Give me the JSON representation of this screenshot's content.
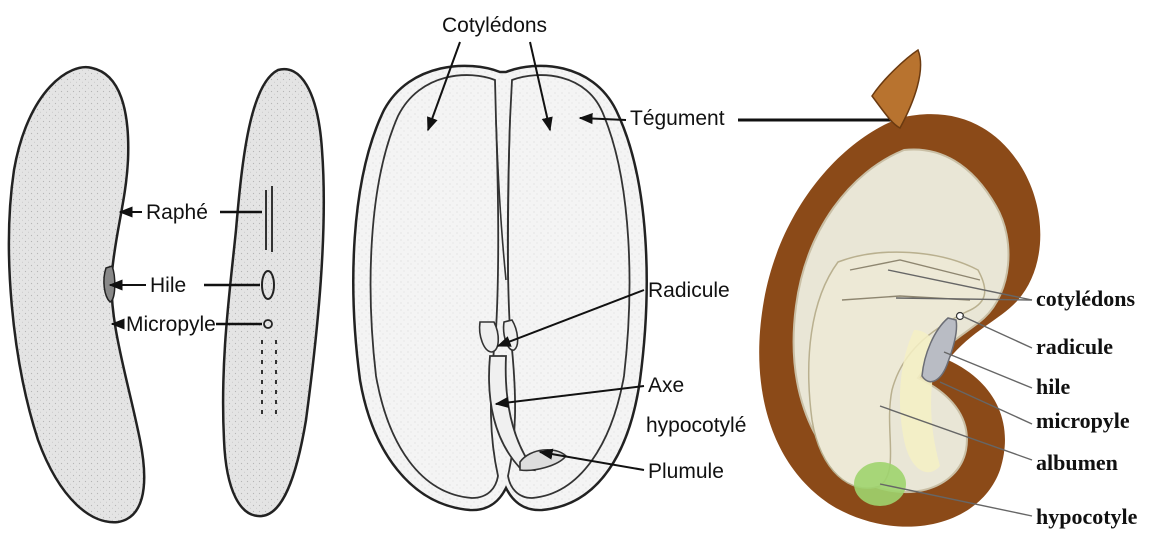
{
  "external_view": {
    "labels": {
      "raphe": "Raphé",
      "hile": "Hile",
      "micropyle": "Micropyle"
    }
  },
  "section_view": {
    "labels": {
      "cotyledons": "Cotylédons",
      "tegument": "Tégument",
      "radicule": "Radicule",
      "axe": "Axe",
      "hypocotyle": "hypocotylé",
      "plumule": "Plumule"
    }
  },
  "colored_view": {
    "labels": {
      "cotyledons": "cotylédons",
      "radicule": "radicule",
      "hile": "hile",
      "micropyle": "micropyle",
      "albumen": "albumen",
      "hypocotyle": "hypocotyle"
    },
    "colors": {
      "tegument": "#8b4a18",
      "tegument_flap": "#b8732f",
      "albumen": "#e9e6d6",
      "cotyledon": "#ede9d6",
      "hypocotyle": "#9ed46e",
      "hile": "#b9bcc4"
    }
  }
}
